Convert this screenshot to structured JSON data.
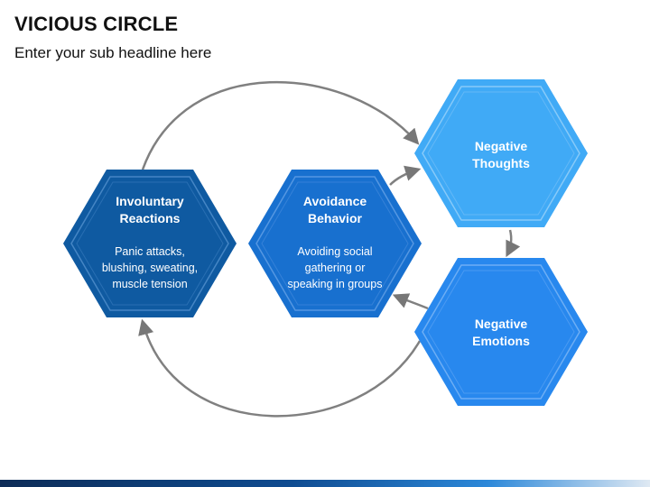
{
  "header": {
    "title": "VICIOUS CIRCLE",
    "subtitle": "Enter your sub headline here"
  },
  "colors": {
    "dark_blue": "#0d5aa0",
    "mid_blue": "#1a72d2",
    "light_blue": "#3ea8f5",
    "bright_blue": "#2787ee",
    "arrow_gray": "#777777"
  },
  "nodes": [
    {
      "id": "involuntary-reactions",
      "title": "Involuntary\nReactions",
      "body": "Panic attacks,\nblushing, sweating,\nmuscle tension"
    },
    {
      "id": "avoidance-behavior",
      "title": "Avoidance\nBehavior",
      "body": "Avoiding social\ngathering or\nspeaking in groups"
    },
    {
      "id": "negative-thoughts",
      "title": "Negative\nThoughts",
      "body": ""
    },
    {
      "id": "negative-emotions",
      "title": "Negative\nEmotions",
      "body": ""
    }
  ],
  "edges": [
    {
      "from": "involuntary-reactions",
      "to": "negative-thoughts"
    },
    {
      "from": "avoidance-behavior",
      "to": "negative-thoughts"
    },
    {
      "from": "negative-thoughts",
      "to": "negative-emotions"
    },
    {
      "from": "negative-emotions",
      "to": "avoidance-behavior"
    },
    {
      "from": "negative-emotions",
      "to": "involuntary-reactions"
    }
  ]
}
